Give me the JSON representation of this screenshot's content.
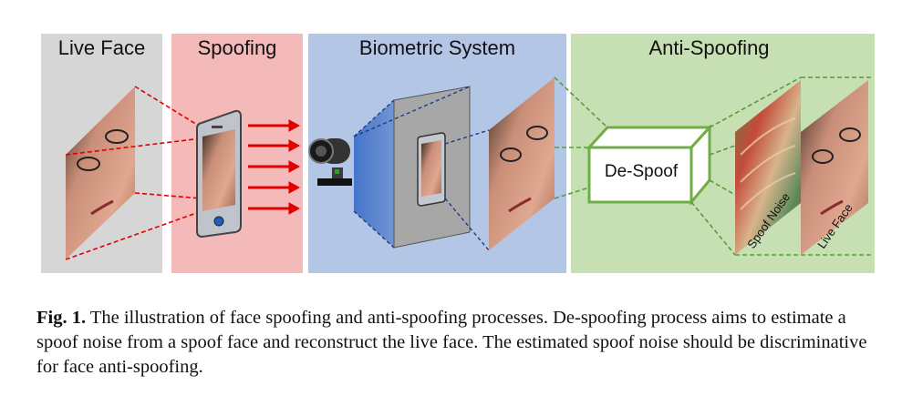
{
  "panels": {
    "live_face": "Live Face",
    "spoofing": "Spoofing",
    "biometric": "Biometric System",
    "anti_spoofing": "Anti-Spoofing"
  },
  "despoof_box_label": "De-Spoof",
  "output_labels": {
    "spoof_noise": "Spoof Noise",
    "live_face": "Live Face"
  },
  "caption": {
    "lead": "Fig. 1.",
    "text": " The illustration of face spoofing and anti-spoofing processes. De-spoofing process aims to estimate a spoof noise from a spoof face and reconstruct the live face. The estimated spoof noise should be discriminative for face anti-spoofing."
  },
  "colors": {
    "live_panel": "#d6d6d6",
    "spoof_panel": "#f4b9b9",
    "biometric_panel": "#b3c6e6",
    "anti_panel": "#c6e0b4",
    "red_arrow": "#e00000",
    "green_line": "#5a9a3c"
  }
}
